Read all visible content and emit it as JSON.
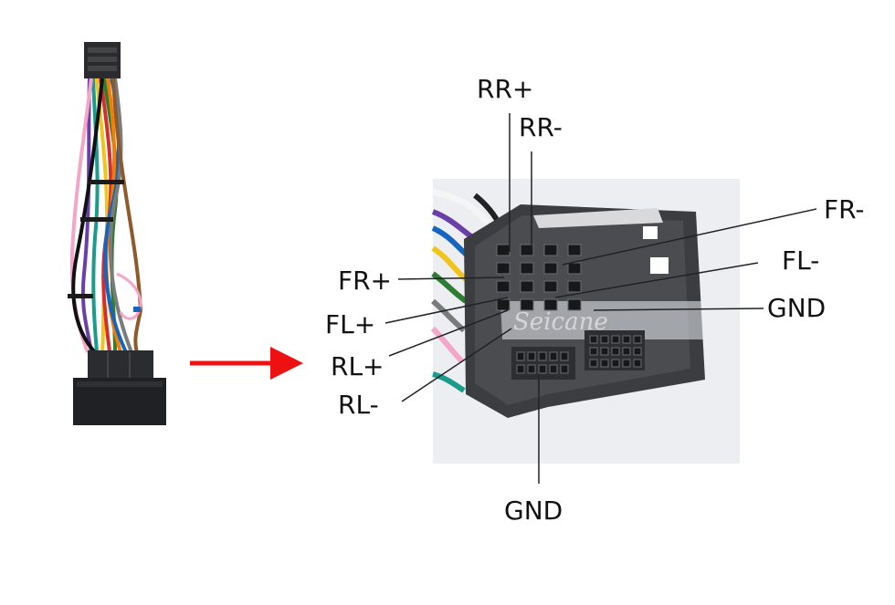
{
  "colors": {
    "arrow": "#ee1111",
    "connector_body": "#3b3d41",
    "connector_face": "#4a4c50",
    "leader_line": "#222222",
    "label_text": "#111111",
    "wire_colors": [
      "#6a3fa8",
      "#1a9b8c",
      "#f0c419",
      "#d32f2f",
      "#2e7d32",
      "#f57c00",
      "#1565c0",
      "#7b7b7b",
      "#f3a6c8",
      "#111111",
      "#8d5a2b"
    ]
  },
  "watermark": "Seicane",
  "labels": {
    "rr_plus": "RR+",
    "rr_minus": "RR-",
    "fr_minus": "FR-",
    "fl_minus": "FL-",
    "gnd_right": "GND",
    "fr_plus": "FR+",
    "fl_plus": "FL+",
    "rl_plus": "RL+",
    "rl_minus": "RL-",
    "gnd_bottom": "GND"
  }
}
